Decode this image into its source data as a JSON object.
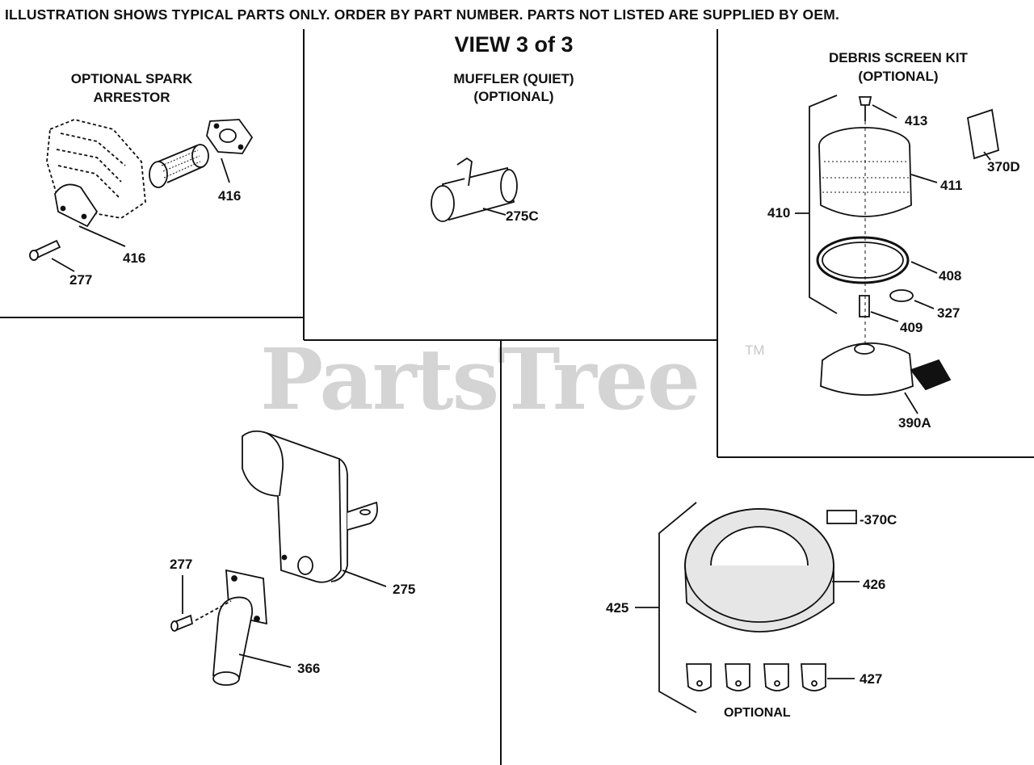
{
  "header": {
    "text": "ILLUSTRATION SHOWS TYPICAL PARTS ONLY. ORDER BY PART NUMBER. PARTS NOT LISTED ARE SUPPLIED BY OEM."
  },
  "watermark": {
    "brand": "PartsTree",
    "trademark": "TM"
  },
  "sections": {
    "spark_arrestor": {
      "title_line1": "OPTIONAL SPARK",
      "title_line2": "ARRESTOR"
    },
    "muffler_quiet": {
      "view": "VIEW 3 of 3",
      "title_line1": "MUFFLER (QUIET)",
      "title_line2": "(OPTIONAL)"
    },
    "debris_screen": {
      "title_line1": "DEBRIS SCREEN KIT",
      "title_line2": "(OPTIONAL)"
    },
    "optional_bottom": {
      "title": "OPTIONAL"
    }
  },
  "part_labels": {
    "p416_top": "416",
    "p416_bottom": "416",
    "p277_top": "277",
    "p275c": "275C",
    "p413": "413",
    "p370d": "370D",
    "p411": "411",
    "p410": "410",
    "p408": "408",
    "p327": "327",
    "p409": "409",
    "p390a": "390A",
    "p275": "275",
    "p277_bottom": "277",
    "p366": "366",
    "p370c": "-370C",
    "p425": "425",
    "p426": "426",
    "p427": "427"
  }
}
